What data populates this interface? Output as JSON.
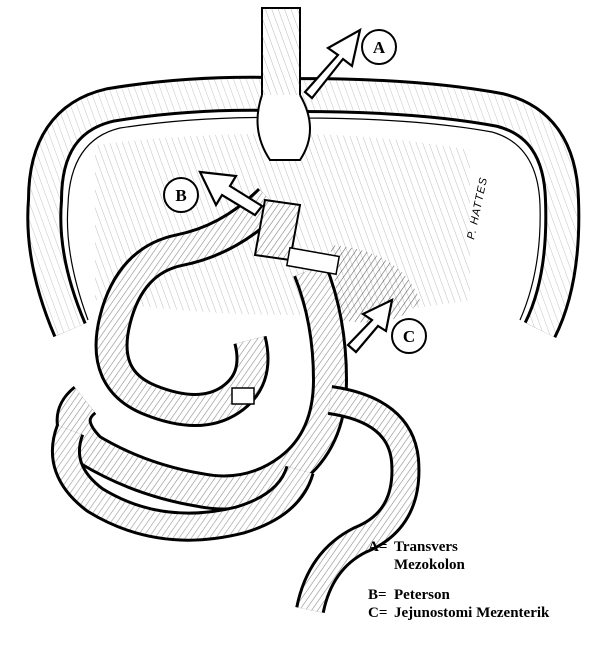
{
  "diagram": {
    "labels": {
      "a": "A",
      "b": "B",
      "c": "C",
      "signature": "P. HATTES"
    },
    "legend": [
      {
        "key": "A=",
        "lines": [
          "Transvers",
          "Mezokolon"
        ]
      },
      {
        "key": "B=",
        "lines": [
          "Peterson"
        ]
      },
      {
        "key": "C=",
        "lines": [
          "Jejunostomi Mezenterik"
        ]
      }
    ]
  }
}
